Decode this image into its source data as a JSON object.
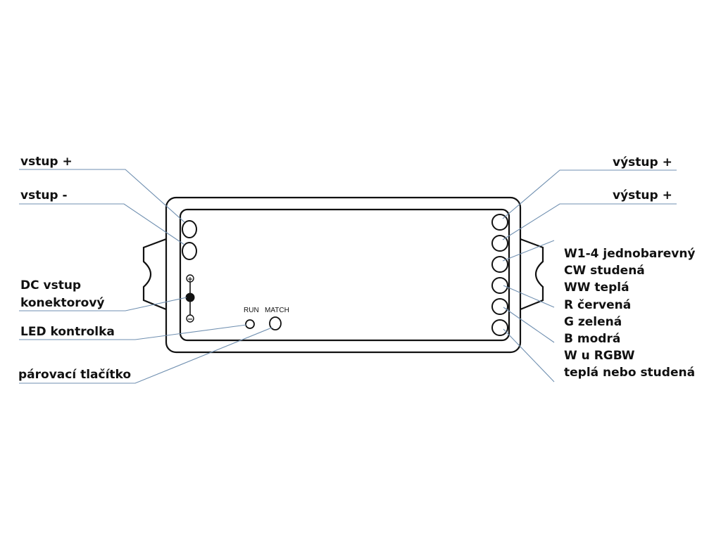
{
  "labels": {
    "input_plus": "vstup +",
    "input_minus": "vstup -",
    "dc_input_line1": "DC vstup",
    "dc_input_line2": "konektorový",
    "led_indicator": "LED kontrolka",
    "pairing_button": "párovací tlačítko",
    "output_plus_1": "výstup +",
    "output_plus_2": "výstup +",
    "channels": [
      "W1-4 jednobarevný",
      "CW studená",
      "WW teplá",
      "R červená",
      "G zelená",
      "B modrá",
      "W u RGBW",
      "teplá nebo studená"
    ]
  },
  "device": {
    "run_label": "RUN",
    "match_label": "MATCH",
    "plus_symbol": "+",
    "minus_symbol": "−"
  },
  "colors": {
    "leader_line": "#6f8fb0",
    "device_outline": "#111111"
  }
}
